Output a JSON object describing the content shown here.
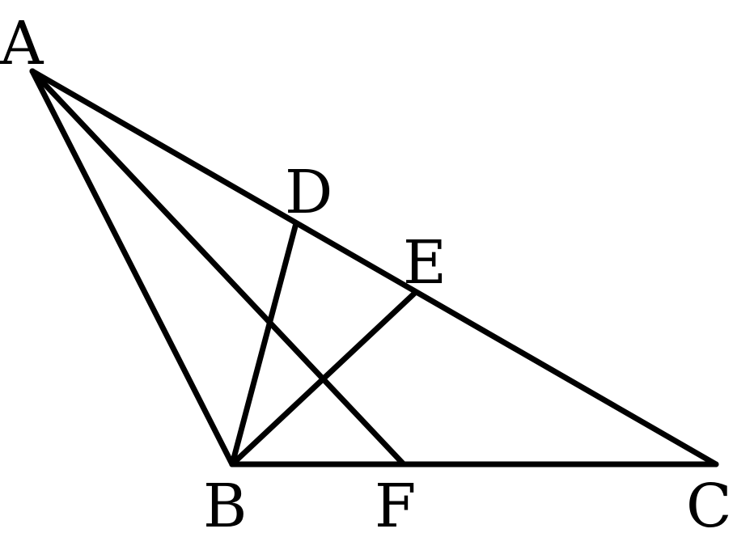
{
  "diagram": {
    "points": {
      "A": {
        "label": "A"
      },
      "B": {
        "label": "B"
      },
      "C": {
        "label": "C"
      },
      "D": {
        "label": "D"
      },
      "E": {
        "label": "E"
      },
      "F": {
        "label": "F"
      }
    },
    "segments": [
      "AB",
      "AC",
      "BC",
      "AF",
      "BD",
      "BE"
    ],
    "colors": {
      "stroke": "#000000",
      "background": "#ffffff"
    }
  }
}
